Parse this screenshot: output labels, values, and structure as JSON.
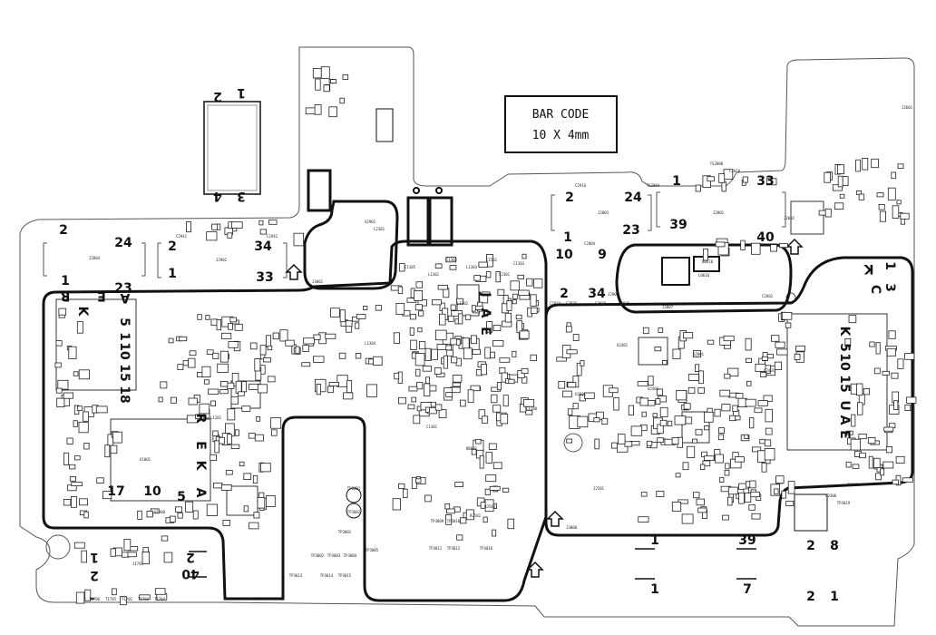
{
  "barcode": {
    "line1": "BAR CODE",
    "line2": "10 X 4mm"
  },
  "pin_labels": [
    "2",
    "1",
    "4",
    "3",
    "2",
    "24",
    "1",
    "23",
    "2",
    "34",
    "1",
    "33",
    "2",
    "24",
    "23",
    "1",
    "10",
    "9",
    "2",
    "34",
    "1",
    "33",
    "39",
    "40",
    "1",
    "2",
    "2",
    "40",
    "1",
    "39",
    "1",
    "7",
    "2",
    "8",
    "2",
    "1"
  ],
  "silk_letters": [
    "R",
    "E",
    "A",
    "K",
    "5",
    "1",
    "10",
    "15",
    "18",
    "R",
    "E",
    "K",
    "A",
    "17",
    "10",
    "5",
    "J",
    "A",
    "E",
    "K",
    "5",
    "10",
    "15",
    "U",
    "A",
    "E",
    "K",
    "C",
    "1",
    "3"
  ],
  "designators": [
    "J2004",
    "J2902",
    "J2003",
    "J2001",
    "J2902",
    "J2007",
    "J1701",
    "J3000",
    "J2601",
    "U1001",
    "J2002",
    "J3001",
    "J2501",
    "L1304",
    "L1301",
    "L2301",
    "U2801",
    "U2601",
    "U2401",
    "U2403",
    "B0610",
    "L0610",
    "C2602",
    "C2010",
    "C2004",
    "C2916",
    "C2941",
    "C2942",
    "C2924",
    "C2926",
    "C2928",
    "C2925",
    "TP2001",
    "TP2002",
    "TP3001",
    "TP3002",
    "TP3003",
    "TP3004",
    "TP3005",
    "TP3009",
    "TP3010",
    "TP3011",
    "TP3012",
    "TP3013",
    "TP3014",
    "TP3015",
    "TP3016",
    "L1302",
    "L1303",
    "C1105",
    "C1108",
    "C1301",
    "C2501",
    "C1302",
    "C1303",
    "L1101",
    "U1300",
    "U2901",
    "R3503",
    "R2502",
    "T1705",
    "T1702",
    "T1703",
    "T1704",
    "T1706",
    "TS2804",
    "TS2008",
    "C3300",
    "TP3019",
    "C3301",
    "L2301",
    "BB001",
    "C2401"
  ]
}
